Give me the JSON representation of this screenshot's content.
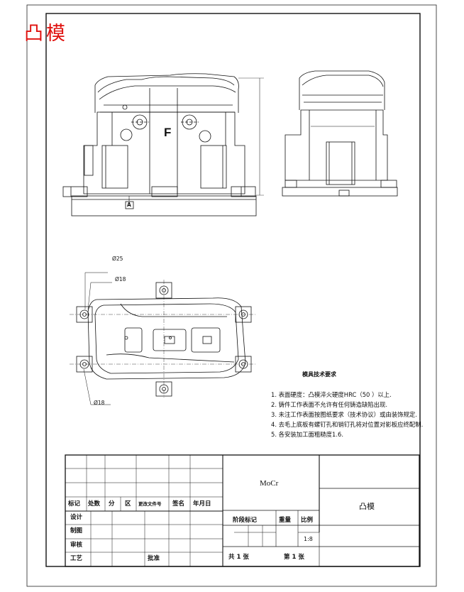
{
  "title": "凸模",
  "view_label": "F",
  "datum_label": "A",
  "dims": {
    "d25": "Ø25",
    "d18a": "Ø18",
    "d18b": "Ø18"
  },
  "tech": {
    "heading": "模具技术要求",
    "items": [
      "1. 表面硬度：凸模淬火硬度HRC（50 ）以上.",
      "2. 铸件工作表面不允许有任何铸造缺陷出现.",
      "3. 未注工作表面按图纸要求（技术协议）或由装饰规定.",
      "4. 去毛上底板有螺钉孔和销钉孔将对位置对影板应终配制.",
      "5. 各安装加工面粗糙度1.6."
    ]
  },
  "titleblock": {
    "material": "MoCr",
    "part_name": "凸模",
    "rev_headers": [
      "标记",
      "处数",
      "分",
      "区",
      "更改文件号",
      "签名",
      "年月日"
    ],
    "roles": [
      "设计",
      "制图",
      "审核",
      "工艺"
    ],
    "approve": "批准",
    "stage_mark": "阶段标记",
    "weight": "重量",
    "scale_label": "比例",
    "scale_value": "1:8",
    "sheets_total": "共  1  张",
    "sheet_no": "第  1  张"
  },
  "colors": {
    "title_red": "#e0120f",
    "line": "#111111"
  }
}
